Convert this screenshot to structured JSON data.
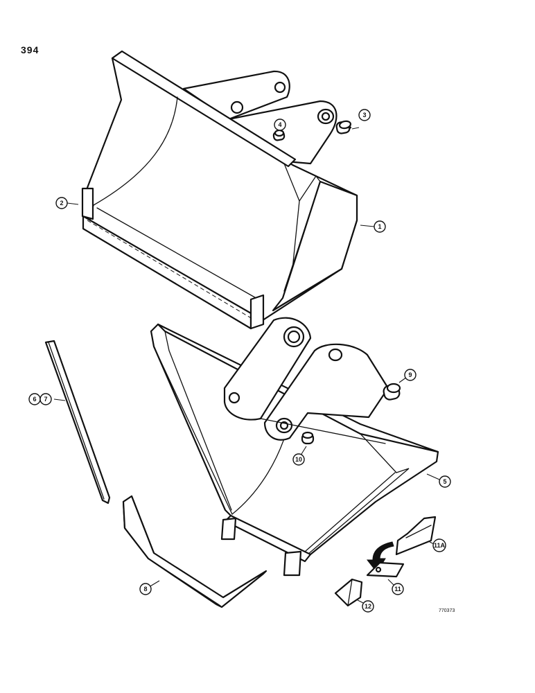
{
  "page_number": "394",
  "drawing_code": "770373",
  "callouts": [
    {
      "id": "c1",
      "label": "1"
    },
    {
      "id": "c2",
      "label": "2"
    },
    {
      "id": "c3",
      "label": "3"
    },
    {
      "id": "c4",
      "label": "4"
    },
    {
      "id": "c5",
      "label": "5"
    },
    {
      "id": "c6",
      "label": "6"
    },
    {
      "id": "c7",
      "label": "7"
    },
    {
      "id": "c8",
      "label": "8"
    },
    {
      "id": "c9",
      "label": "9"
    },
    {
      "id": "c10",
      "label": "10"
    },
    {
      "id": "c11",
      "label": "11"
    },
    {
      "id": "c11a",
      "label": "11A"
    },
    {
      "id": "c12",
      "label": "12"
    }
  ]
}
